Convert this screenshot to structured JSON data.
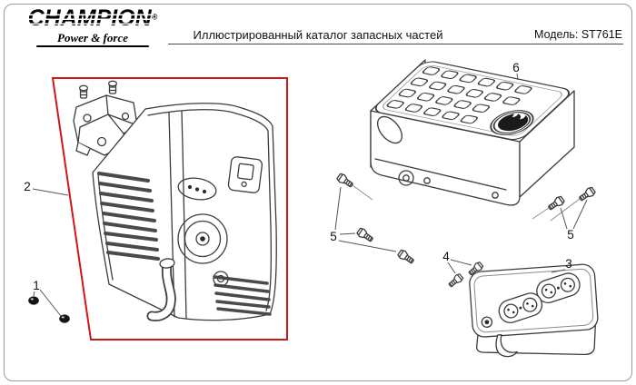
{
  "page": {
    "background": "#ffffff",
    "border_color": "#9a9a9a"
  },
  "header": {
    "logo": {
      "brand": "CHAMPION",
      "registered_mark": "®",
      "tagline": "Power & force"
    },
    "title": "Иллюстрированный каталог запасных частей",
    "model": "Модель: ST761E"
  },
  "diagram": {
    "highlight_color": "#cf1717",
    "stroke_color": "#3c3c3c",
    "callouts": {
      "item1": "1",
      "item2": "2",
      "item3": "3",
      "item4": "4",
      "item5_left": "5",
      "item5_right": "5",
      "item6": "6"
    }
  }
}
